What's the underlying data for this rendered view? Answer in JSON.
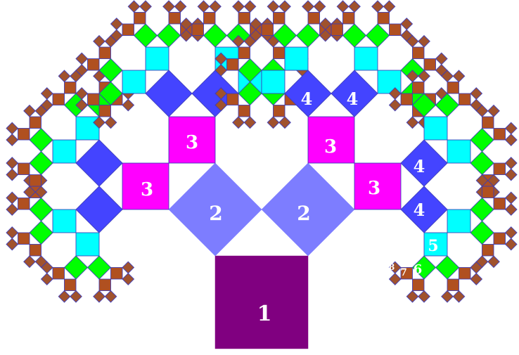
{
  "diagram": {
    "levels": [
      {
        "level": 1,
        "color": "#800080",
        "label": "1"
      },
      {
        "level": 2,
        "color": "#7d7dff",
        "label": "2"
      },
      {
        "level": 3,
        "color": "#ff00ff",
        "label": "3"
      },
      {
        "level": 4,
        "color": "#4444ff",
        "label": "4"
      },
      {
        "level": 5,
        "color": "#00ffff",
        "label": "5"
      },
      {
        "level": 6,
        "color": "#00ff00",
        "label": "6"
      },
      {
        "level": 7,
        "color": "#b05020",
        "label": "7"
      },
      {
        "level": 8,
        "color": "#a0522d",
        "label": "8"
      }
    ],
    "labels": {
      "one": "1",
      "two_left": "2",
      "two_right": "2",
      "three_a": "3",
      "three_b": "3",
      "three_c": "3",
      "three_d": "3",
      "four_a": "4",
      "four_b": "4",
      "four_c": "4",
      "four_d": "4",
      "five": "5",
      "six": "6",
      "seven": "7",
      "eight": "8"
    },
    "stroke_color": "#3a3ab8"
  }
}
